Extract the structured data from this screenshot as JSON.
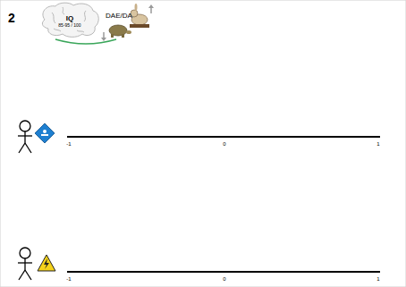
{
  "diagram": {
    "labels": [
      "2",
      "IQ",
      "85-95 / 100",
      "DAE/DA",
      "-1",
      "0",
      "1",
      "-1",
      "0",
      "1"
    ]
  }
}
